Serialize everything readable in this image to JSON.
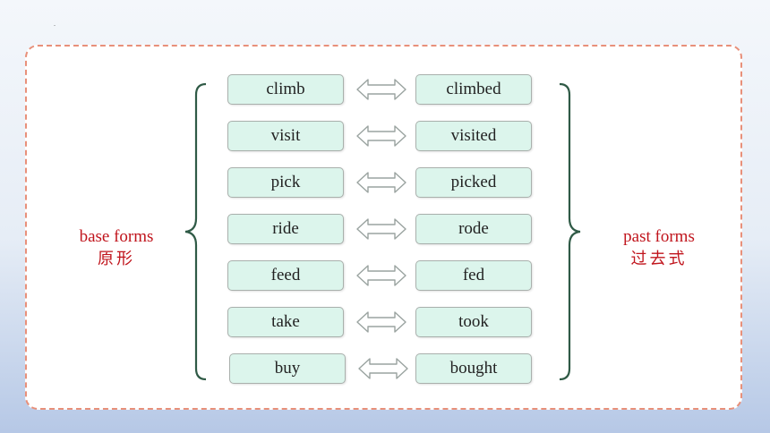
{
  "header": {
    "mark": "."
  },
  "labels": {
    "left_en": "base forms",
    "left_zh": "原形",
    "right_en": "past forms",
    "right_zh": "过去式"
  },
  "pairs": [
    {
      "base": "climb",
      "past": "climbed"
    },
    {
      "base": "visit",
      "past": "visited"
    },
    {
      "base": "pick",
      "past": "picked"
    },
    {
      "base": "ride",
      "past": "rode"
    },
    {
      "base": "feed",
      "past": "fed"
    },
    {
      "base": "take",
      "past": "took"
    },
    {
      "base": "buy",
      "past": "bought"
    }
  ],
  "colors": {
    "box_fill": "#dcf5ec",
    "label_red": "#c0141c",
    "brace": "#2f5a46",
    "frame_dash": "#e8907a"
  },
  "icons": {
    "arrow": "double-headed-arrow-icon"
  }
}
